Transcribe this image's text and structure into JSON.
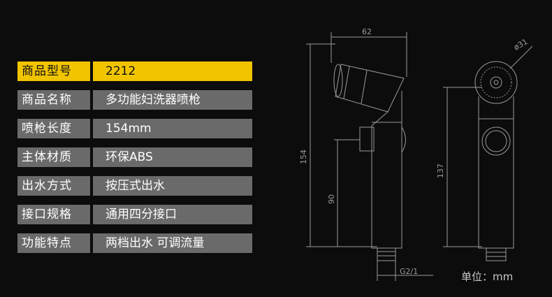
{
  "specs": [
    {
      "label": "商品型号",
      "value": "2212",
      "highlight": true
    },
    {
      "label": "商品名称",
      "value": "多功能妇洗器喷枪",
      "highlight": false
    },
    {
      "label": "喷枪长度",
      "value": "154mm",
      "highlight": false
    },
    {
      "label": "主体材质",
      "value": "环保ABS",
      "highlight": false
    },
    {
      "label": "出水方式",
      "value": "按压式出水",
      "highlight": false
    },
    {
      "label": "接口规格",
      "value": "通用四分接口",
      "highlight": false
    },
    {
      "label": "功能特点",
      "value": "两档出水 可调流量",
      "highlight": false
    }
  ],
  "drawing": {
    "dim_width": "62",
    "dim_height": "154",
    "dim_button_height": "90",
    "dim_thread": "G2/1",
    "dim_head_diameter": "ø31",
    "dim_side_height": "137"
  },
  "unit": "单位：mm",
  "colors": {
    "highlight": "#f1c400",
    "row_bg": "#6a6a6a",
    "background": "#0c0c0c",
    "line": "#9a9a9a"
  }
}
